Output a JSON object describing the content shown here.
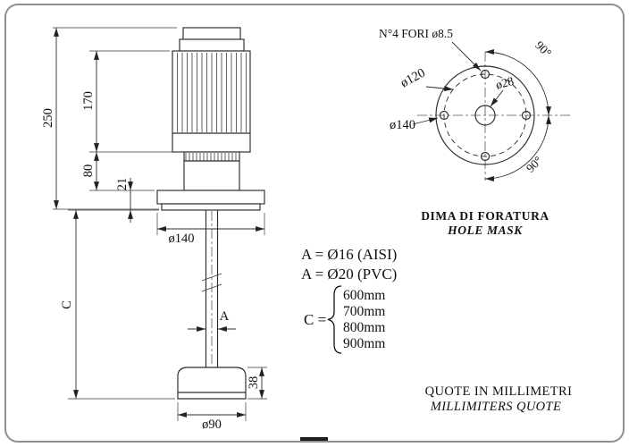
{
  "pump": {
    "dim_250": "250",
    "dim_170": "170",
    "dim_80": "80",
    "dim_21": "21",
    "dim_flange_diameter": "ø140",
    "dim_c": "C",
    "dim_a": "A",
    "dim_38": "38",
    "dim_base_diameter": "ø90"
  },
  "hole_mask": {
    "note_holes": "N°4 FORI  ø8.5",
    "dim_bolt_circle": "ø120",
    "dim_center_hole": "ø28",
    "dim_outer_diameter": "ø140",
    "angle_1": "90°",
    "angle_2": "90°",
    "title_italian": "DIMA DI FORATURA",
    "title_english": "HOLE MASK"
  },
  "specs": {
    "shaft_aisi": "A = Ø16  (AISI)",
    "shaft_pvc": "A = Ø20 (PVC)",
    "c_prefix": "C =",
    "c_options": [
      "600mm",
      "700mm",
      "800mm",
      "900mm"
    ]
  },
  "footer": {
    "units_italian": "QUOTE IN MILLIMETRI",
    "units_english": "MILLIMITERS  QUOTE"
  }
}
